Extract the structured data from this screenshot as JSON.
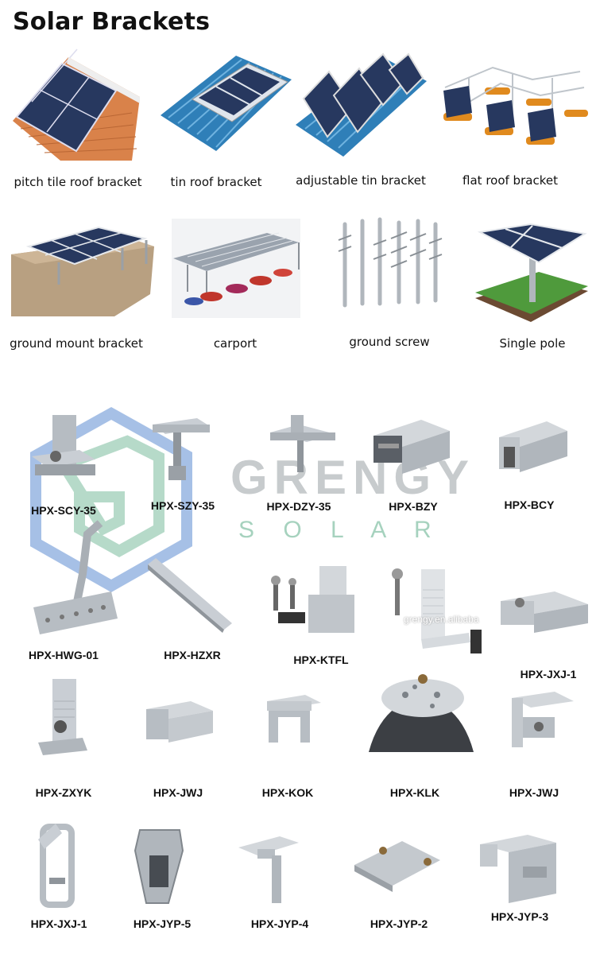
{
  "title": "Solar Brackets",
  "categories": [
    {
      "label": "pitch tile roof bracket",
      "icon": "pitch-tile-roof-image"
    },
    {
      "label": "tin roof bracket",
      "icon": "tin-roof-image"
    },
    {
      "label": "adjustable tin bracket",
      "icon": "adjustable-tin-image"
    },
    {
      "label": "flat roof bracket",
      "icon": "flat-roof-image"
    },
    {
      "label": "ground mount bracket",
      "icon": "ground-mount-image"
    },
    {
      "label": "carport",
      "icon": "carport-image"
    },
    {
      "label": "ground screw",
      "icon": "ground-screw-image"
    },
    {
      "label": "Single pole",
      "icon": "single-pole-image"
    }
  ],
  "watermark": {
    "word": "GRENGY",
    "sub": "S O L A R",
    "text": "grengy.en.alibaba"
  },
  "parts": [
    {
      "label": "HPX-SCY-35"
    },
    {
      "label": "HPX-SZY-35"
    },
    {
      "label": "HPX-DZY-35"
    },
    {
      "label": "HPX-BZY"
    },
    {
      "label": "HPX-BCY"
    },
    {
      "label": "HPX-HWG-01"
    },
    {
      "label": "HPX-HZXR"
    },
    {
      "label": "HPX-KTFL"
    },
    {
      "label": "HPX-JXJ-1"
    },
    {
      "label": "HPX-ZXYK"
    },
    {
      "label": "HPX-JWJ"
    },
    {
      "label": "HPX-KOK"
    },
    {
      "label": "HPX-KLK"
    },
    {
      "label": "HPX-JWJ"
    },
    {
      "label": "HPX-JXJ-1"
    },
    {
      "label": "HPX-JYP-5"
    },
    {
      "label": "HPX-JYP-4"
    },
    {
      "label": "HPX-JYP-2"
    },
    {
      "label": "HPX-JYP-3"
    }
  ],
  "colors": {
    "panel": "#27385f",
    "frame": "#c9ced4",
    "tile": "#d9824a",
    "tin": "#2f7fb8",
    "metal": "#b8bec4",
    "logo_green": "#5fae8a",
    "logo_blue": "#3b74c9"
  }
}
